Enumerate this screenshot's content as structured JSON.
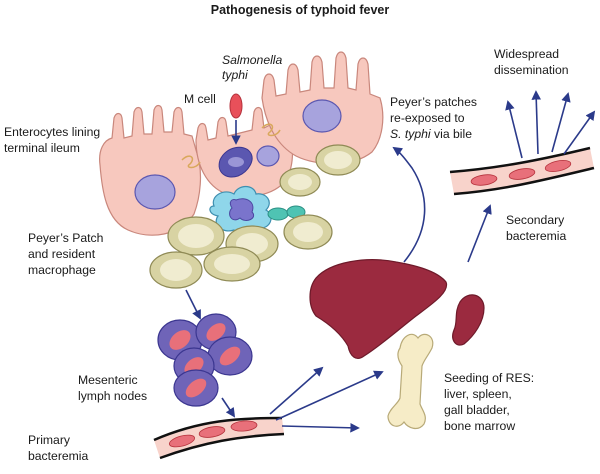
{
  "title": "Pathogenesis of typhoid fever",
  "labels": {
    "salmonella_1": "Salmonella",
    "salmonella_2": "typhi",
    "m_cell": "M cell",
    "enterocytes_1": "Enterocytes lining",
    "enterocytes_2": "terminal ileum",
    "peyers_1": "Peyer’s Patch",
    "peyers_2": "and resident",
    "peyers_3": "macrophage",
    "mesenteric_1": "Mesenteric",
    "mesenteric_2": "lymph nodes",
    "primary_1": "Primary",
    "primary_2": "bacteremia",
    "reexposed_1": "Peyer’s patches",
    "reexposed_2": "re-exposed to",
    "reexposed_3_italic": "S. typhi",
    "reexposed_3_rest": " via bile",
    "widespread_1": "Widespread",
    "widespread_2": "dissemination",
    "secondary_1": "Secondary",
    "secondary_2": "bacteremia",
    "seeding_1": "Seeding of RES:",
    "seeding_2": "liver, spleen,",
    "seeding_3": "gall bladder,",
    "seeding_4": "bone marrow"
  },
  "colors": {
    "enterocyte": "#f7c8be",
    "enterocyte_stroke": "#c9877c",
    "nucleus": "#a7a3dd",
    "patch_cell": "#d8d3a3",
    "patch_stroke": "#8f8a55",
    "lymph_node": "#6f64b8",
    "vessel_fill": "#f8d3cb",
    "bacteria": "#e8707a",
    "liver": "#9b2a3f",
    "bone": "#f6ecc7",
    "arrow": "#2b3a8a",
    "macrophage": "#8fd6ea",
    "m_cell_body": "#5b57b0"
  }
}
